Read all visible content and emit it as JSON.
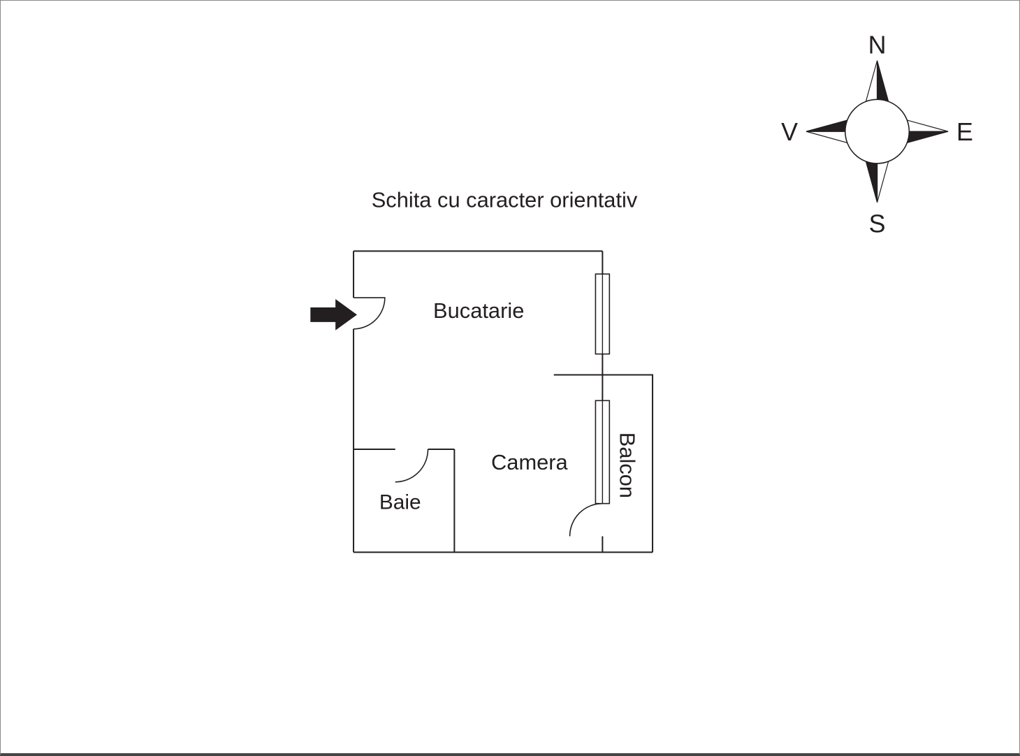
{
  "page": {
    "title": "Schita cu caracter orientativ"
  },
  "rooms": {
    "bucatarie": "Bucatarie",
    "camera": "Camera",
    "baie": "Baie",
    "balcon": "Balcon"
  },
  "compass": {
    "north": "N",
    "east": "E",
    "south": "S",
    "west": "V"
  },
  "icons": {
    "entrance_arrow": "entrance-arrow-icon",
    "compass_rose": "compass-rose-icon",
    "window": "window-icon",
    "door_arc": "door-arc-icon"
  },
  "colors": {
    "line": "#231f20",
    "background": "#ffffff"
  }
}
